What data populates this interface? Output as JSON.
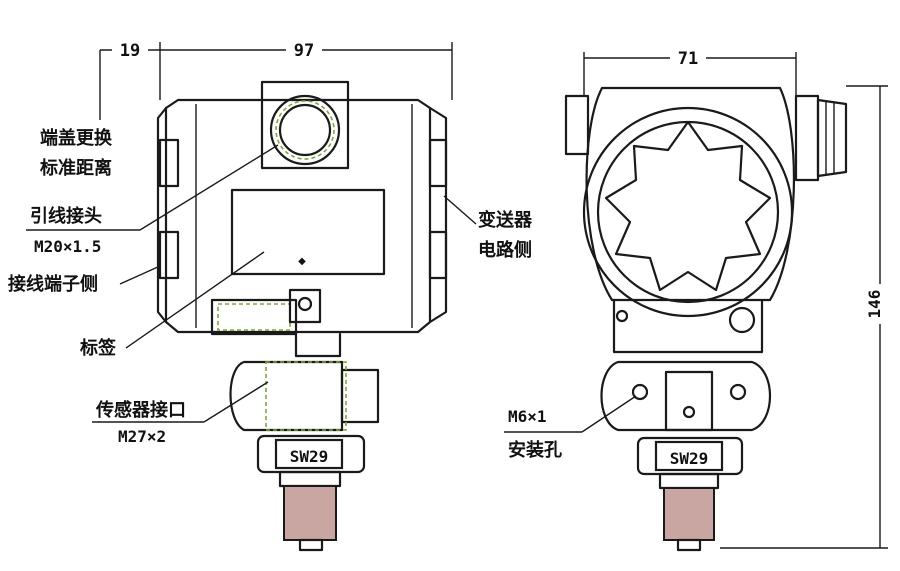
{
  "dimensions": {
    "d19": "19",
    "d97": "97",
    "d71": "71",
    "d146": "146"
  },
  "labels": {
    "end_cover_1": "端盖更换",
    "end_cover_2": "标准距离",
    "lead_joint": "引线接头",
    "lead_thread": "M20×1.5",
    "terminal_side": "接线端子侧",
    "tag": "标签",
    "sensor_port": "传感器接口",
    "sensor_thread": "M27×2",
    "transmitter_1": "变送器",
    "transmitter_2": "电路侧",
    "mount_thread": "M6×1",
    "mount_hole": "安装孔",
    "wrench_front": "SW29",
    "wrench_side": "SW29"
  },
  "colors": {
    "line": "#1a1a1a",
    "dashed_highlight": "#7aa83a",
    "copper": "#caa6a2"
  }
}
